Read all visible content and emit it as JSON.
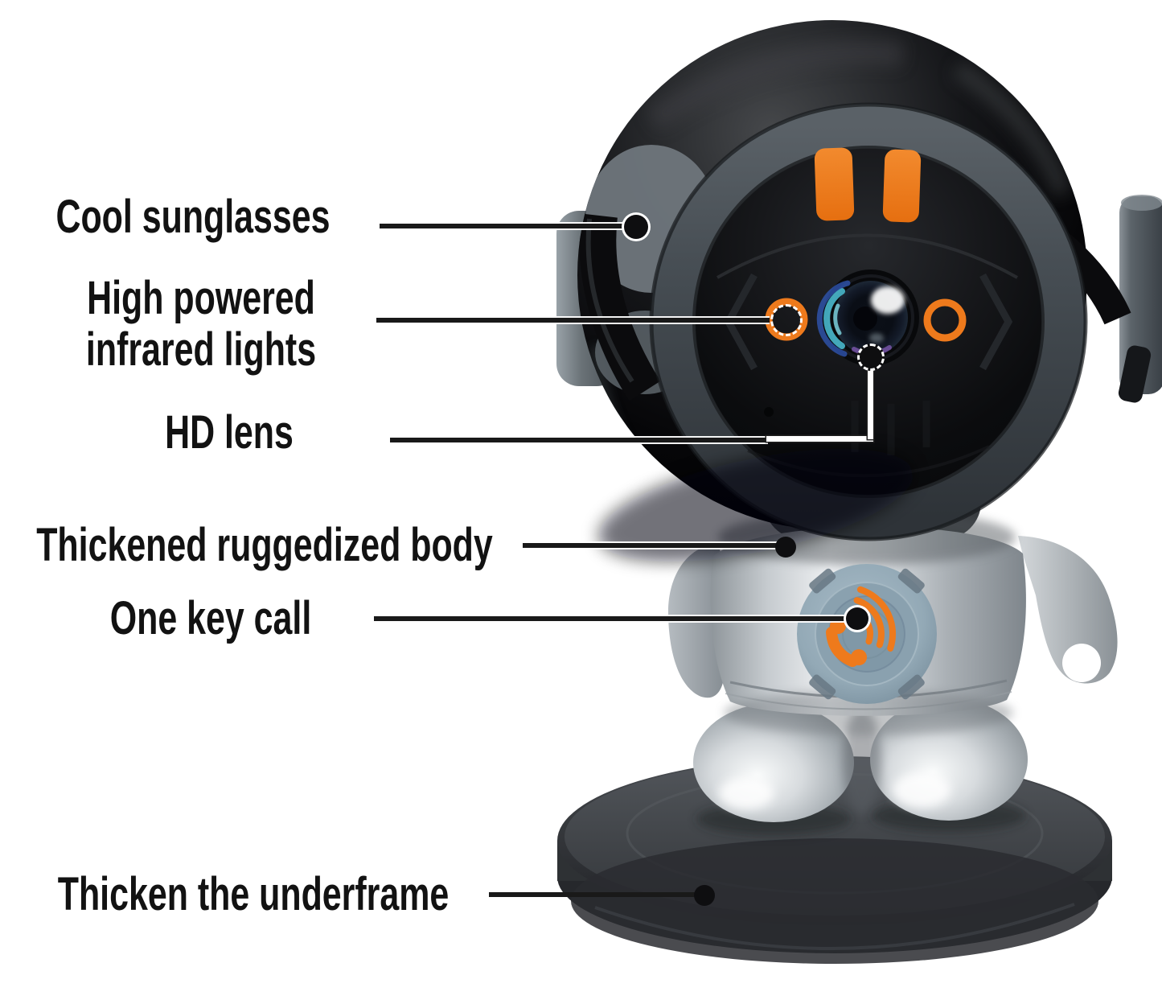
{
  "figure": "annotated-product-diagram",
  "subject": "robot-shaped security camera on round pedestal",
  "labels": {
    "cool_sunglasses": "Cool sunglasses",
    "infrared_line1": "High powered",
    "infrared_line2": "infrared lights",
    "hd_lens": "HD lens",
    "ruggedized_body": "Thickened ruggedized body",
    "one_key_call": "One key call",
    "underframe": "Thicken the underframe"
  },
  "icons": {
    "call_button": "phone-call-with-sound-waves-icon"
  },
  "colors": {
    "background": "#ffffff",
    "label_text": "#121212",
    "leader_line": "#191919",
    "accent_orange": "#ee7a1c",
    "head_black": "#0a0a0c",
    "visor_ring_gray": "#474e54",
    "body_silver": "#d9dde0",
    "button_blue_gray": "#8aa1af",
    "base_dark_gray": "#303337"
  }
}
